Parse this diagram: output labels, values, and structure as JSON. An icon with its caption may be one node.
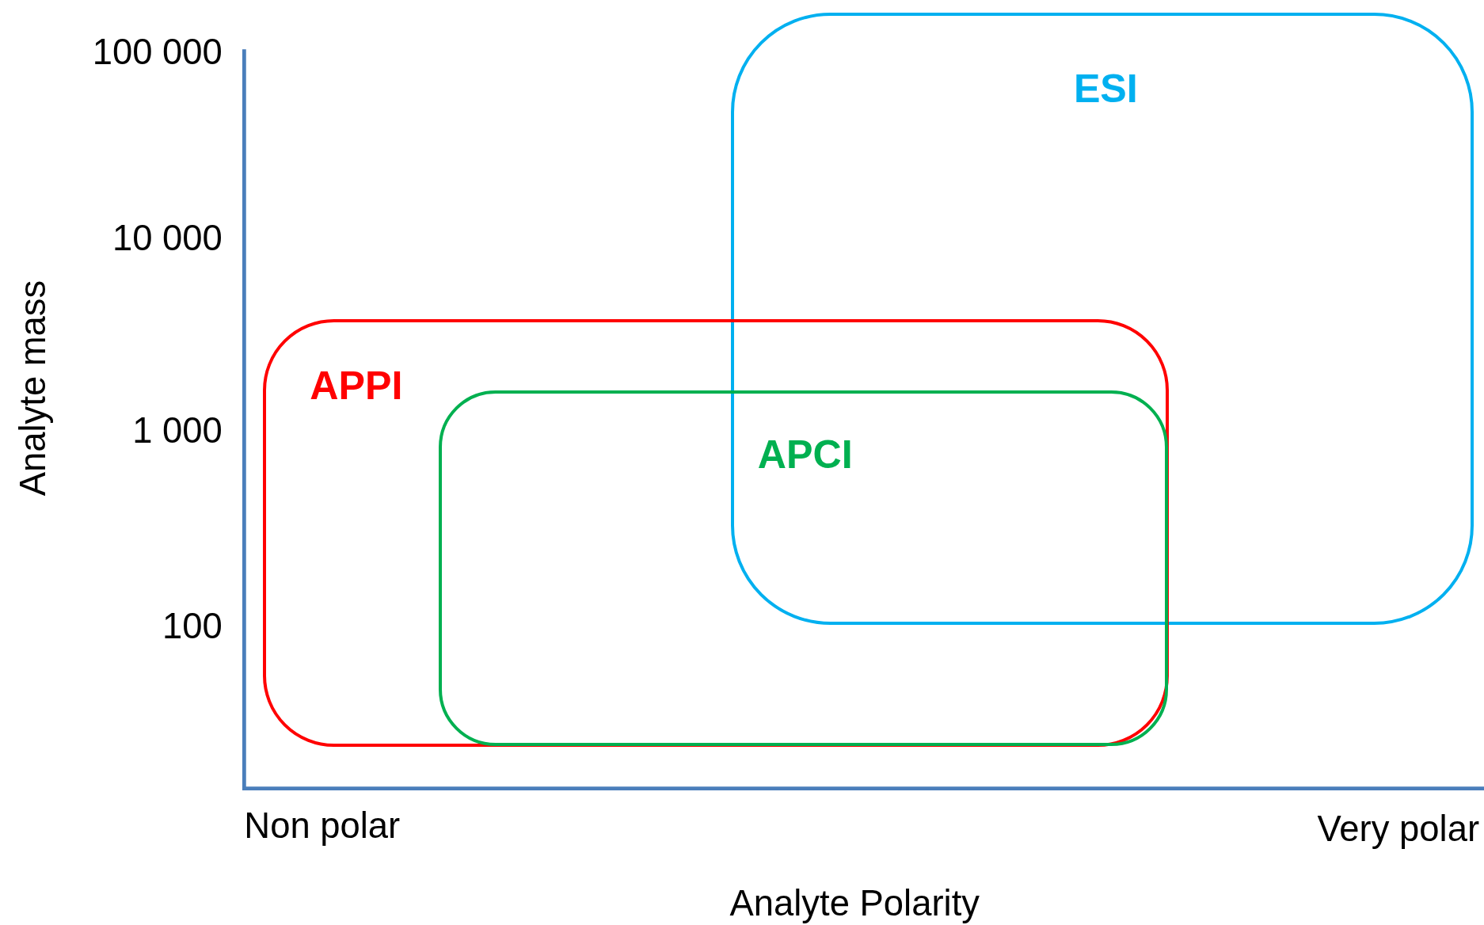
{
  "diagram": {
    "nodes": [
      {
        "text": [
          "ESI"
        ]
      },
      {
        "text": [
          "APPI"
        ]
      },
      {
        "text": [
          "APCI"
        ],
        "in": 1
      }
    ],
    "labels": [
      "100 000",
      "10 000",
      "Analyte mass",
      "1 000",
      "100",
      "Non polar",
      "Very polar",
      "Analyte Polarity"
    ]
  }
}
